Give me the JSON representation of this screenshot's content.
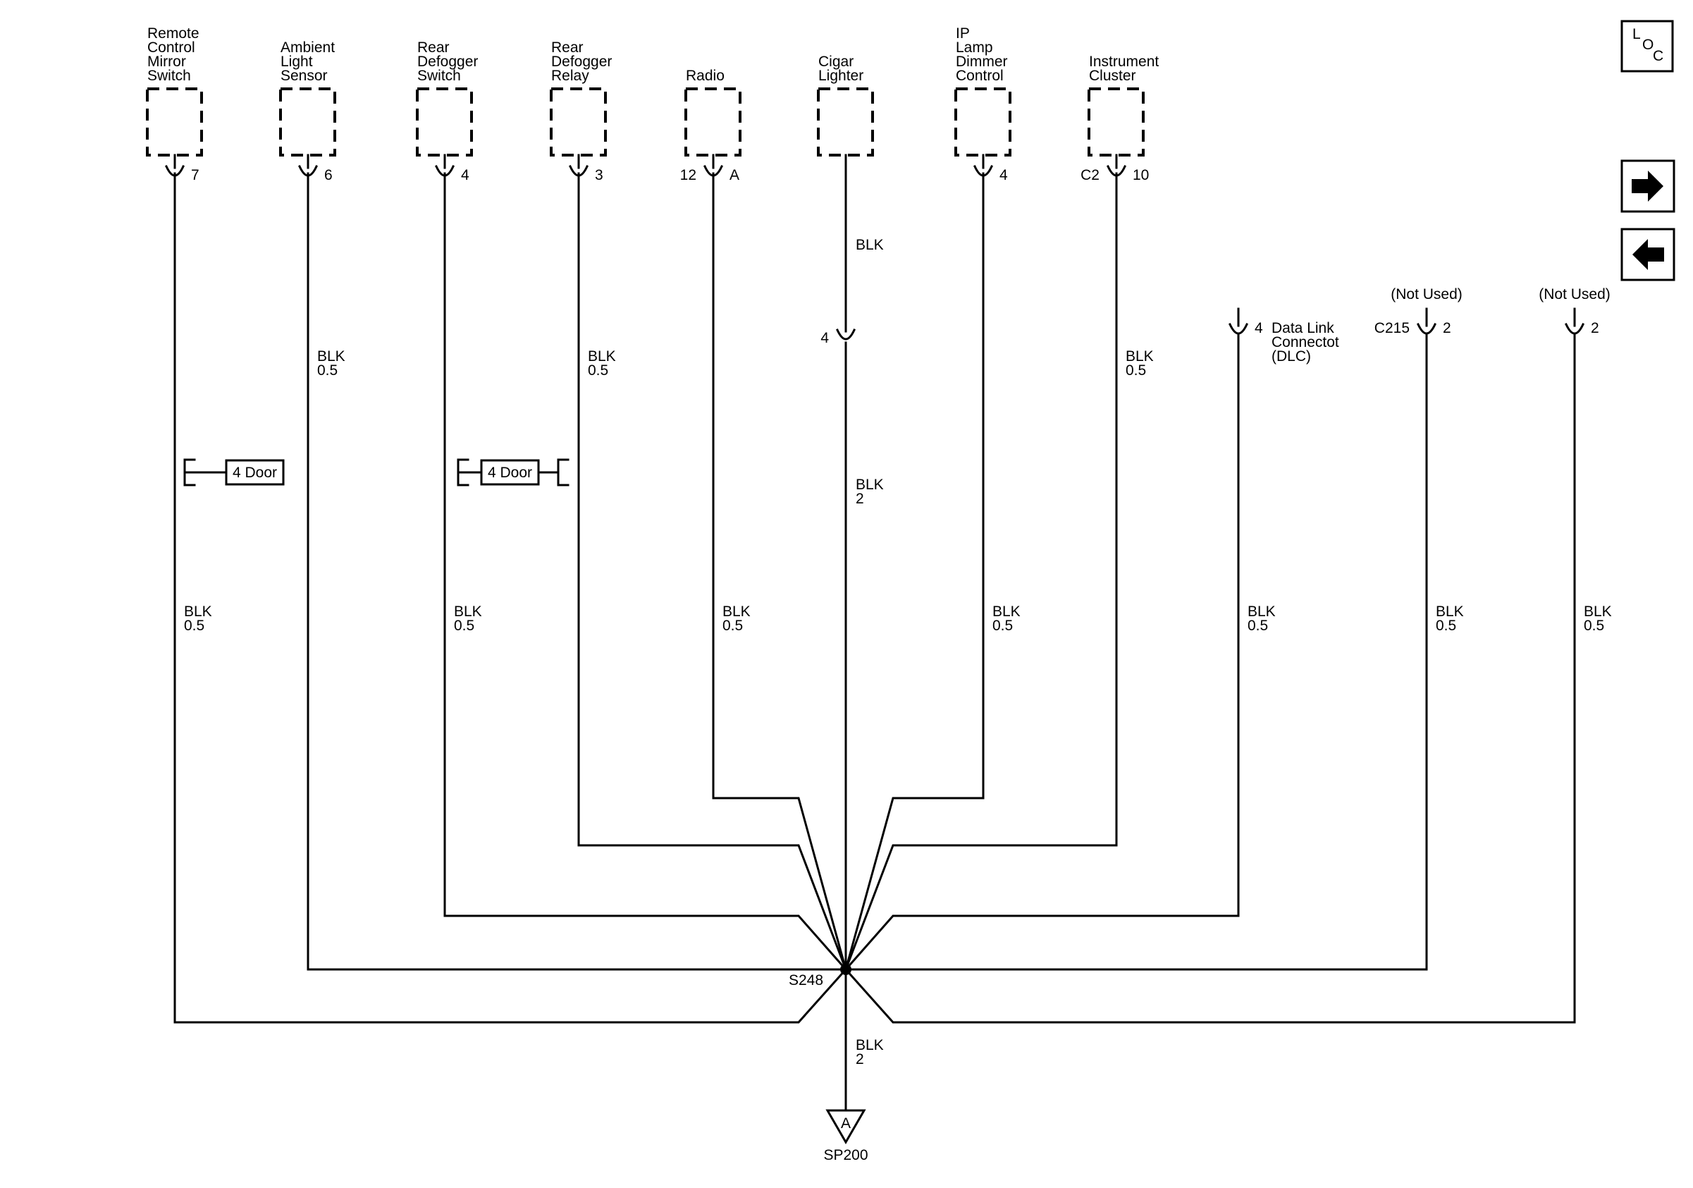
{
  "components": [
    {
      "id": "mirror",
      "lines": [
        "Remote",
        "Control",
        "Mirror",
        "Switch"
      ],
      "pin_right": "7",
      "pin_left": ""
    },
    {
      "id": "ambient",
      "lines": [
        "Ambient",
        "Light",
        "Sensor"
      ],
      "pin_right": "6",
      "pin_left": ""
    },
    {
      "id": "defog-switch",
      "lines": [
        "Rear",
        "Defogger",
        "Switch"
      ],
      "pin_right": "4",
      "pin_left": ""
    },
    {
      "id": "defog-relay",
      "lines": [
        "Rear",
        "Defogger",
        "Relay"
      ],
      "pin_right": "3",
      "pin_left": ""
    },
    {
      "id": "radio",
      "lines": [
        "Radio"
      ],
      "pin_right": "A",
      "pin_left": "12"
    },
    {
      "id": "cigar",
      "lines": [
        "Cigar",
        "Lighter"
      ],
      "pin_right": "",
      "pin_left": ""
    },
    {
      "id": "ip-lamp",
      "lines": [
        "IP",
        "Lamp",
        "Dimmer",
        "Control"
      ],
      "pin_right": "4",
      "pin_left": ""
    },
    {
      "id": "cluster",
      "lines": [
        "Instrument",
        "Cluster"
      ],
      "pin_right": "10",
      "pin_left": "C2"
    }
  ],
  "cigar_wire": {
    "upper_color": "BLK",
    "inline_pin": "4",
    "lower_color": "BLK",
    "lower_gauge": "2"
  },
  "right_connectors": [
    {
      "id": "dlc",
      "note": "",
      "pin_right": "4",
      "pin_left": "",
      "name_lines": [
        "Data Link",
        "Connectot",
        "(DLC)"
      ]
    },
    {
      "id": "c215",
      "note": "(Not Used)",
      "pin_right": "2",
      "pin_left": "C215",
      "name_lines": []
    },
    {
      "id": "unused",
      "note": "(Not Used)",
      "pin_right": "2",
      "pin_left": "",
      "name_lines": []
    }
  ],
  "wire_labels": [
    {
      "id": "ambient-upper",
      "color": "BLK",
      "gauge": "0.5"
    },
    {
      "id": "relay-upper",
      "color": "BLK",
      "gauge": "0.5"
    },
    {
      "id": "cluster-upper",
      "color": "BLK",
      "gauge": "0.5"
    },
    {
      "id": "mirror",
      "color": "BLK",
      "gauge": "0.5"
    },
    {
      "id": "defog-switch",
      "color": "BLK",
      "gauge": "0.5"
    },
    {
      "id": "radio",
      "color": "BLK",
      "gauge": "0.5"
    },
    {
      "id": "ip-lamp",
      "color": "BLK",
      "gauge": "0.5"
    },
    {
      "id": "dlc",
      "color": "BLK",
      "gauge": "0.5"
    },
    {
      "id": "c215",
      "color": "BLK",
      "gauge": "0.5"
    },
    {
      "id": "unused",
      "color": "BLK",
      "gauge": "0.5"
    }
  ],
  "option_tags": [
    {
      "id": "mirror-option",
      "label": "4 Door"
    },
    {
      "id": "defog-option",
      "label": "4 Door"
    }
  ],
  "splice": {
    "name": "S248"
  },
  "ground_wire": {
    "color": "BLK",
    "gauge": "2"
  },
  "ground": {
    "letter": "A",
    "name": "SP200"
  },
  "nav": {
    "loc_l": "L",
    "loc_o": "O",
    "loc_c": "C",
    "forward_icon": "arrow-right-icon",
    "back_icon": "arrow-left-icon"
  }
}
